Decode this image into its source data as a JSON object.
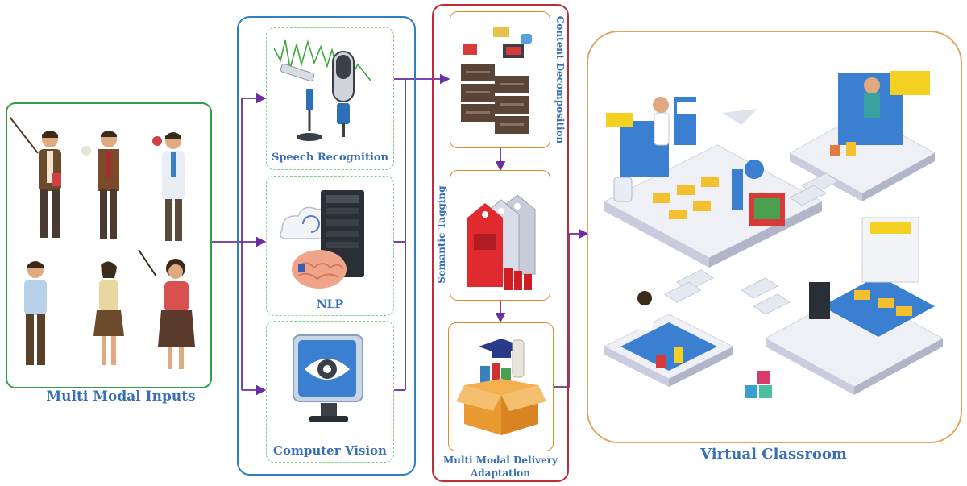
{
  "labels": {
    "inputs": "Multi Modal Inputs",
    "speech": "Speech Recognition",
    "nlp": "NLP",
    "vision": "Computer Vision",
    "content_decomposition": "Content Decomposition",
    "semantic_tagging": "Semantic Tagging",
    "delivery_line1": "Multi Modal Delivery",
    "delivery_line2": "Adaptation",
    "classroom": "Virtual Classroom"
  },
  "colors": {
    "inputs_border": "#2f9e45",
    "processing_border": "#2f7fbf",
    "module_border": "#7fcf8f",
    "pipeline_border": "#c02b3a",
    "step_border": "#e08a2a",
    "classroom_border": "#e0a460",
    "arrow": "#6a2fa0",
    "label_text": "#3a6fb5"
  },
  "icons": {
    "inputs": "teacher-figures-illustration",
    "speech": "microphone-waveform-icon",
    "nlp": "brain-server-icon",
    "vision": "eye-monitor-icon",
    "content_decomposition": "server-stack-icon",
    "semantic_tagging": "price-tags-icon",
    "delivery": "graduation-box-icon",
    "classroom": "isometric-classroom-illustration"
  }
}
